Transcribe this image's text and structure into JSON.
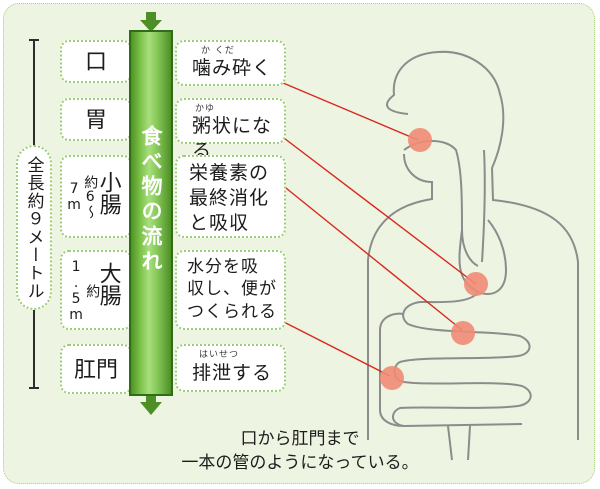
{
  "title_vertical": "食べ物の流れ",
  "total_length": "全長約９メートル",
  "organs": [
    {
      "name": "口",
      "ruby": "か くだ",
      "description": "噛み砕く"
    },
    {
      "name": "胃",
      "ruby": "かゆ",
      "description": "粥状になる"
    },
    {
      "name": "小腸",
      "length": "約6〜7m",
      "description": "栄養素の\n最終消化\nと吸収"
    },
    {
      "name": "大腸",
      "length": "約1.5m",
      "description": "水分を吸\n収し、便が\nつくられる"
    },
    {
      "name": "肛門",
      "ruby": "はいせつ",
      "description": "排泄する"
    }
  ],
  "caption": "口から肛門まで\n一本の管のようになっている。",
  "colors": {
    "background": "#eef4e2",
    "border_dotted": "#9ccf74",
    "tube_green": "#6ab23a",
    "pointer_line": "#d9281f",
    "marker_dot": "#f08b74",
    "body_outline": "#8c8c8c"
  }
}
